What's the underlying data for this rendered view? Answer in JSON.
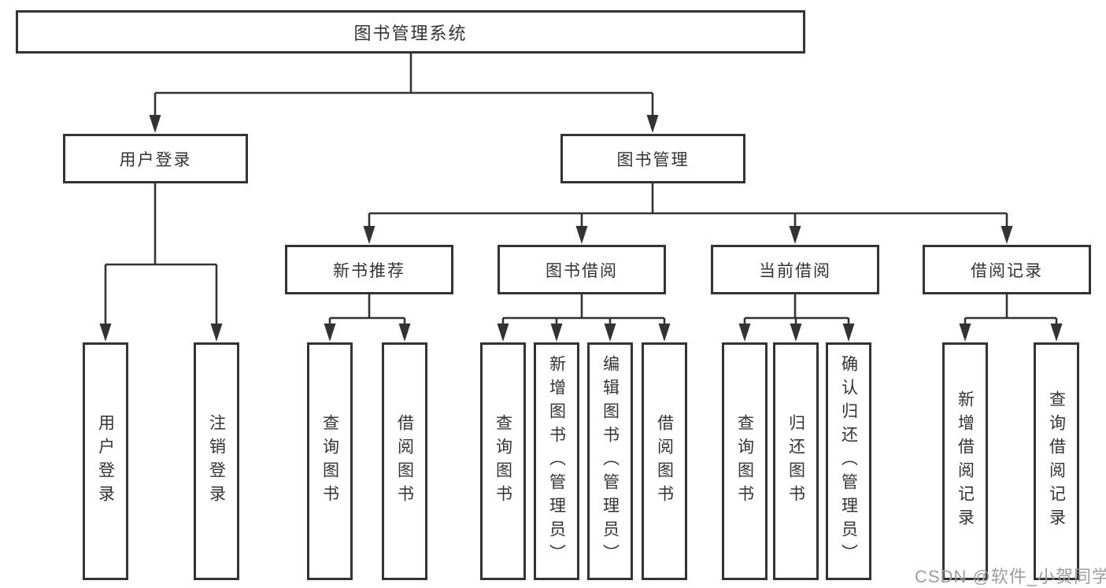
{
  "diagram": {
    "tree": {
      "root": "图书管理系统",
      "children": [
        {
          "label": "用户登录",
          "children": [
            {
              "label": "用户登录"
            },
            {
              "label": "注销登录"
            }
          ]
        },
        {
          "label": "图书管理",
          "children": [
            {
              "label": "新书推荐",
              "children": [
                {
                  "label": "查询图书"
                },
                {
                  "label": "借阅图书"
                }
              ]
            },
            {
              "label": "图书借阅",
              "children": [
                {
                  "label": "查询图书"
                },
                {
                  "label": "新增图书（管理员）"
                },
                {
                  "label": "编辑图书（管理员）"
                },
                {
                  "label": "借阅图书"
                }
              ]
            },
            {
              "label": "当前借阅",
              "children": [
                {
                  "label": "查询图书"
                },
                {
                  "label": "归还图书"
                },
                {
                  "label": "确认归还（管理员）"
                }
              ]
            },
            {
              "label": "借阅记录",
              "children": [
                {
                  "label": "新增借阅记录"
                },
                {
                  "label": "查询借阅记录"
                }
              ]
            }
          ]
        }
      ]
    },
    "colors": {
      "line": "#333333",
      "text": "#333333",
      "box_background": "#ffffff",
      "page_background": "#ffffff",
      "watermark": "#9e9e9e"
    }
  },
  "watermark": {
    "text": "CSDN @软件_小贺同学"
  }
}
